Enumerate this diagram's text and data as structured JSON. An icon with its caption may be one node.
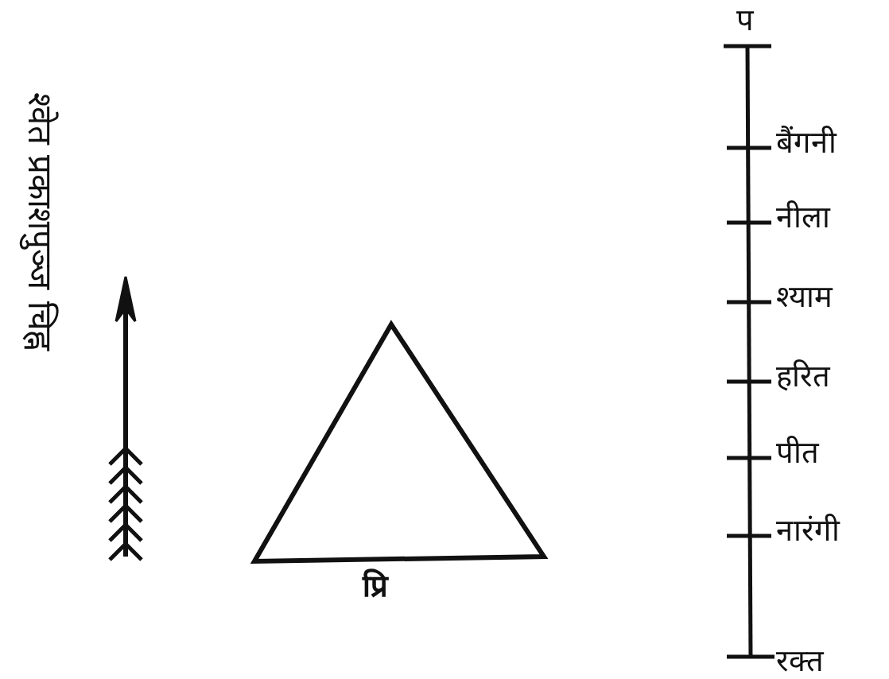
{
  "diagram": {
    "nodes": [
      {
        "text": [
          "प्रि"
        ]
      }
    ],
    "labels": [
      "श्वेत प्रकाशपुञ्ज चिह्न",
      "प",
      "बैंगनी",
      "नीला",
      "श्याम",
      "हरित",
      "पीत",
      "नारंगी",
      "रक्त"
    ]
  }
}
